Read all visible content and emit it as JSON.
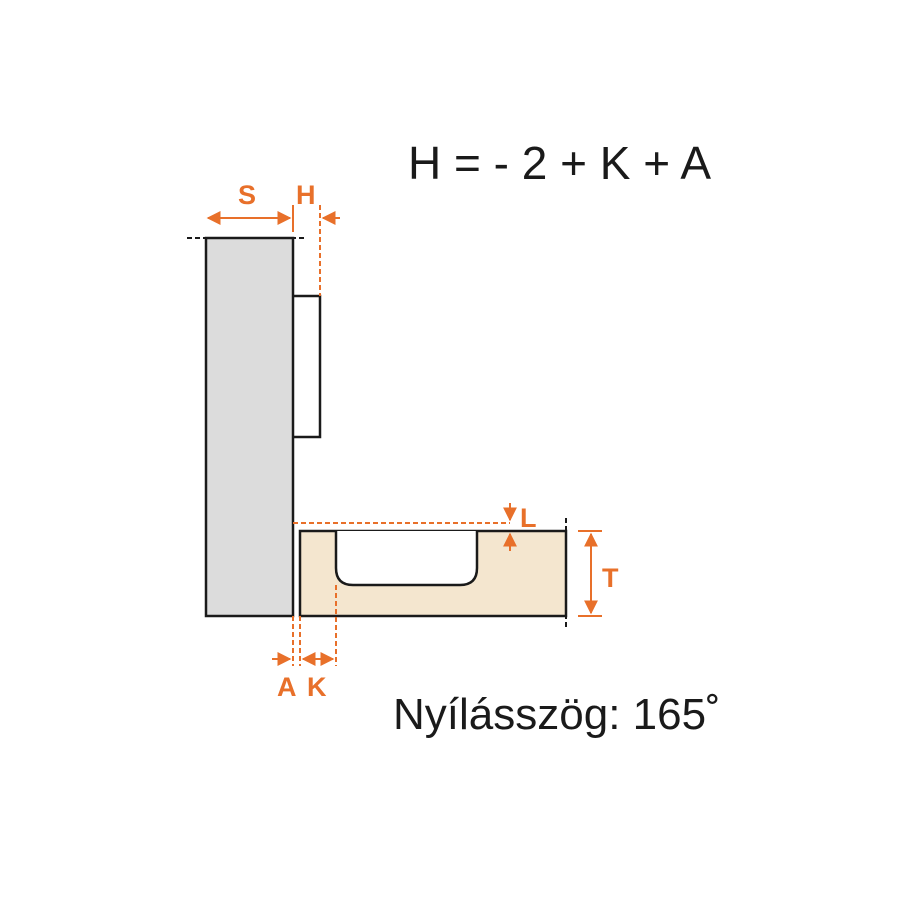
{
  "formula": "H = - 2 + K + A",
  "opening_angle": "Nyílásszög: 165˚",
  "labels": {
    "s": "S",
    "h": "H",
    "l": "L",
    "t": "T",
    "a": "A",
    "k": "K"
  },
  "colors": {
    "dimension": "#e8702a",
    "side_panel": "#dcdcdc",
    "door_panel": "#f4e6cf",
    "outline": "#1a1a1a"
  }
}
